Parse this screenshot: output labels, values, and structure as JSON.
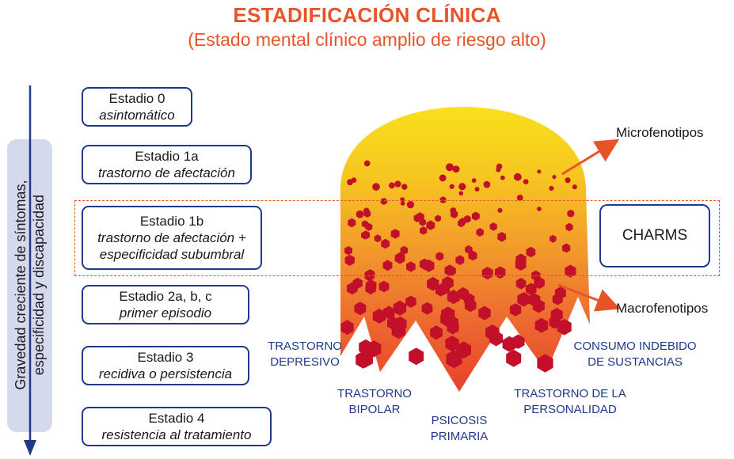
{
  "title": "ESTADIFICACIÓN CLÍNICA",
  "subtitle": "(Estado mental clínico amplio de riesgo alto)",
  "axis_label_line1": "Gravedad creciente de síntomas,",
  "axis_label_line2": "especificidad y discapacidad",
  "stages": [
    {
      "name": "Estadio 0",
      "desc": "asintomático"
    },
    {
      "name": "Estadio 1a",
      "desc": "trastorno de afectación"
    },
    {
      "name": "Estadio 1b",
      "desc": "trastorno de afectación +",
      "desc2": "especificidad subumbral"
    },
    {
      "name": "Estadio 2a, b, c",
      "desc": "primer episodio"
    },
    {
      "name": "Estadio 3",
      "desc": "recidiva o persistencia"
    },
    {
      "name": "Estadio 4",
      "desc": "resistencia al tratamiento"
    }
  ],
  "charms": "CHARMS",
  "microfenotipos": "Microfenotipos",
  "macrofenotipos": "Macrofenotipos",
  "categories": {
    "depresivo_1": "TRASTORNO",
    "depresivo_2": "DEPRESIVO",
    "bipolar_1": "TRASTORNO",
    "bipolar_2": "BIPOLAR",
    "psicosis_1": "PSICOSIS",
    "psicosis_2": "PRIMARIA",
    "personalidad_1": "TRASTORNO DE LA",
    "personalidad_2": "PERSONALIDAD",
    "consumo_1": "CONSUMO INDEBIDO",
    "consumo_2": "DE SUSTANCIAS"
  },
  "colors": {
    "accent": "#e8542a",
    "stage_border": "#1f3a8a",
    "category_text": "#1f3a8a",
    "gradient_top": "#f7d117",
    "gradient_bottom": "#e8402a",
    "dots": "#c2102a",
    "side_pill": "#d5d9ee"
  }
}
